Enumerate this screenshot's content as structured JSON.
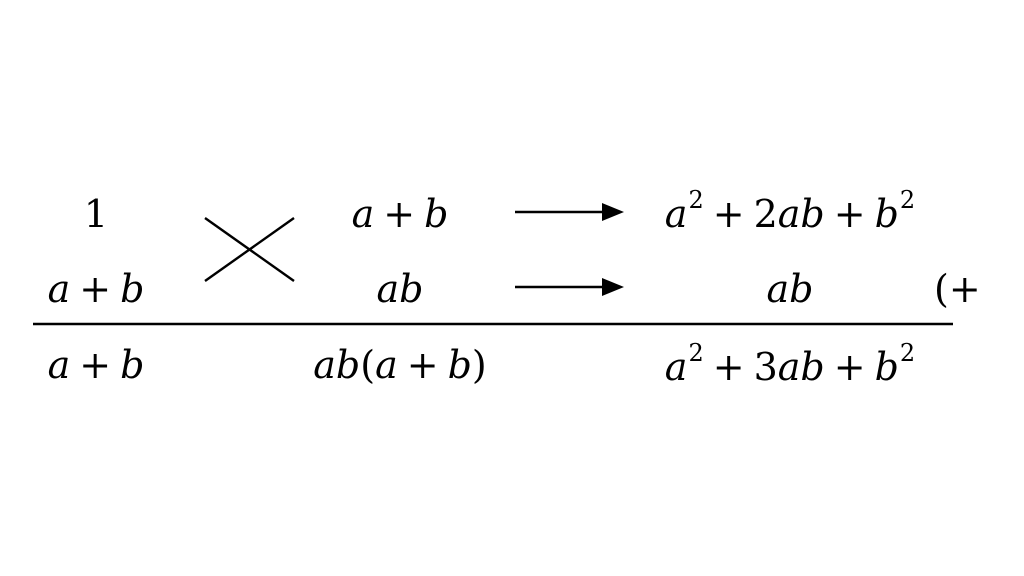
{
  "colors": {
    "ink": "#000000",
    "background": "#ffffff"
  },
  "rows": {
    "top": [
      {
        "id": "one",
        "text": "1"
      },
      {
        "id": "top-sum",
        "text": "a + b"
      },
      {
        "id": "top-result",
        "text": "a² + 2ab + b²"
      }
    ],
    "middle": [
      {
        "id": "mid-sum",
        "text": "a + b"
      },
      {
        "id": "mid-product",
        "text": "ab"
      },
      {
        "id": "mid-result",
        "text": "ab"
      },
      {
        "id": "trailing",
        "text": "(+"
      }
    ],
    "bottom": [
      {
        "id": "bottom-sum",
        "text": "a + b"
      },
      {
        "id": "bottom-product",
        "text": "ab(a + b)"
      },
      {
        "id": "bottom-result",
        "text": "a² + 3ab + b²"
      }
    ]
  },
  "icons": [
    "cross-multiply-icon",
    "arrow-right-icon",
    "arrow-right-icon"
  ]
}
